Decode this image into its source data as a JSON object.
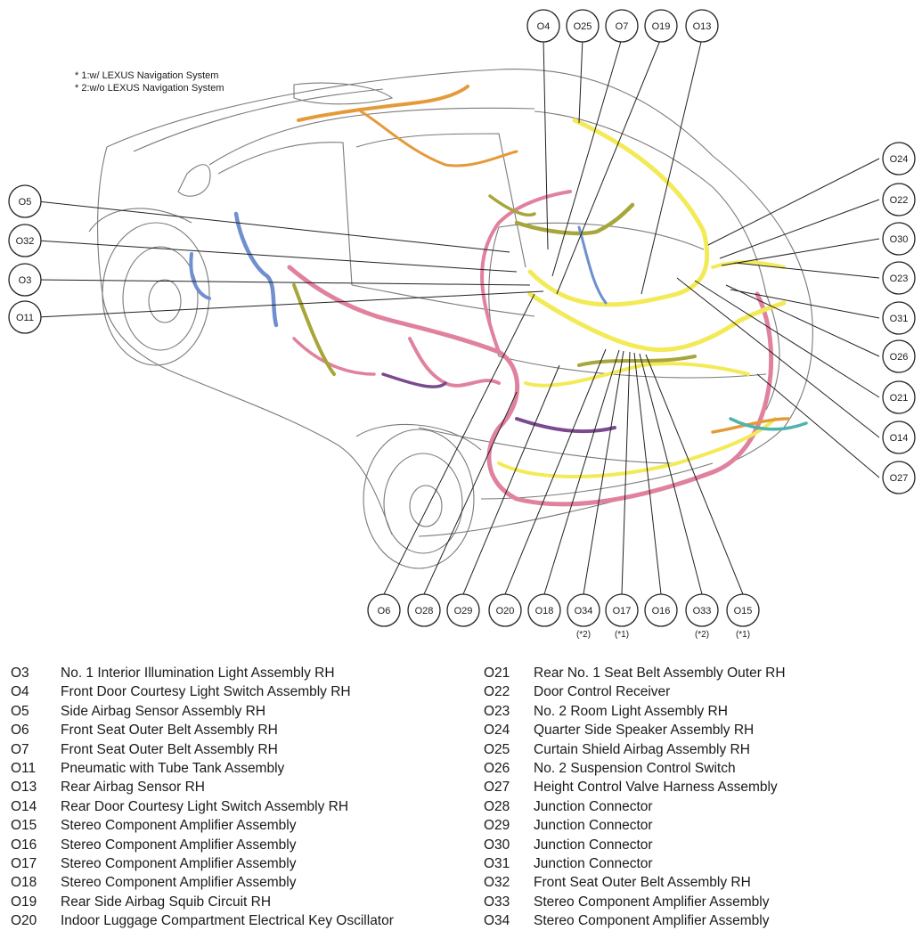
{
  "notes": [
    "* 1:w/ LEXUS Navigation System",
    "* 2:w/o LEXUS Navigation System"
  ],
  "callouts": {
    "top": [
      "O4",
      "O25",
      "O7",
      "O19",
      "O13"
    ],
    "left": [
      "O5",
      "O32",
      "O3",
      "O11"
    ],
    "right": [
      "O24",
      "O22",
      "O30",
      "O23",
      "O31",
      "O26",
      "O21",
      "O14",
      "O27"
    ],
    "bottom": [
      "O6",
      "O28",
      "O29",
      "O20",
      "O18",
      "O34",
      "O17",
      "O16",
      "O33",
      "O15"
    ],
    "bottom_subs": {
      "O34": "(*2)",
      "O17": "(*1)",
      "O33": "(*2)",
      "O15": "(*1)"
    }
  },
  "colors": {
    "yellow": "#f3ea57",
    "olive": "#a7a63a",
    "pink": "#e0829e",
    "blue": "#6f8fcf",
    "purple": "#7b4a8e",
    "orange": "#e59a3a",
    "teal": "#4fb3b0"
  },
  "legend": {
    "left": [
      {
        "code": "O3",
        "label": "No. 1 Interior Illumination Light Assembly RH"
      },
      {
        "code": "O4",
        "label": "Front Door Courtesy Light Switch Assembly RH"
      },
      {
        "code": "O5",
        "label": "Side Airbag Sensor Assembly RH"
      },
      {
        "code": "O6",
        "label": "Front Seat Outer Belt Assembly RH"
      },
      {
        "code": "O7",
        "label": "Front Seat Outer Belt Assembly RH"
      },
      {
        "code": "O11",
        "label": "Pneumatic with Tube Tank Assembly"
      },
      {
        "code": "O13",
        "label": "Rear Airbag Sensor RH"
      },
      {
        "code": "O14",
        "label": "Rear Door Courtesy Light Switch Assembly RH"
      },
      {
        "code": "O15",
        "label": "Stereo Component Amplifier Assembly"
      },
      {
        "code": "O16",
        "label": "Stereo Component Amplifier Assembly"
      },
      {
        "code": "O17",
        "label": "Stereo Component Amplifier Assembly"
      },
      {
        "code": "O18",
        "label": "Stereo Component Amplifier Assembly"
      },
      {
        "code": "O19",
        "label": "Rear Side Airbag Squib Circuit RH"
      },
      {
        "code": "O20",
        "label": "Indoor Luggage Compartment Electrical Key Oscillator"
      }
    ],
    "right": [
      {
        "code": "O21",
        "label": "Rear No. 1 Seat Belt Assembly Outer RH"
      },
      {
        "code": "O22",
        "label": "Door Control Receiver"
      },
      {
        "code": "O23",
        "label": "No. 2 Room Light Assembly RH"
      },
      {
        "code": "O24",
        "label": "Quarter Side Speaker Assembly RH"
      },
      {
        "code": "O25",
        "label": "Curtain Shield Airbag Assembly RH"
      },
      {
        "code": "O26",
        "label": "No. 2 Suspension Control Switch"
      },
      {
        "code": "O27",
        "label": "Height Control Valve Harness Assembly"
      },
      {
        "code": "O28",
        "label": "Junction Connector"
      },
      {
        "code": "O29",
        "label": "Junction Connector"
      },
      {
        "code": "O30",
        "label": "Junction Connector"
      },
      {
        "code": "O31",
        "label": "Junction Connector"
      },
      {
        "code": "O32",
        "label": "Front Seat Outer Belt Assembly RH"
      },
      {
        "code": "O33",
        "label": "Stereo Component Amplifier Assembly"
      },
      {
        "code": "O34",
        "label": "Stereo Component Amplifier Assembly"
      }
    ]
  }
}
